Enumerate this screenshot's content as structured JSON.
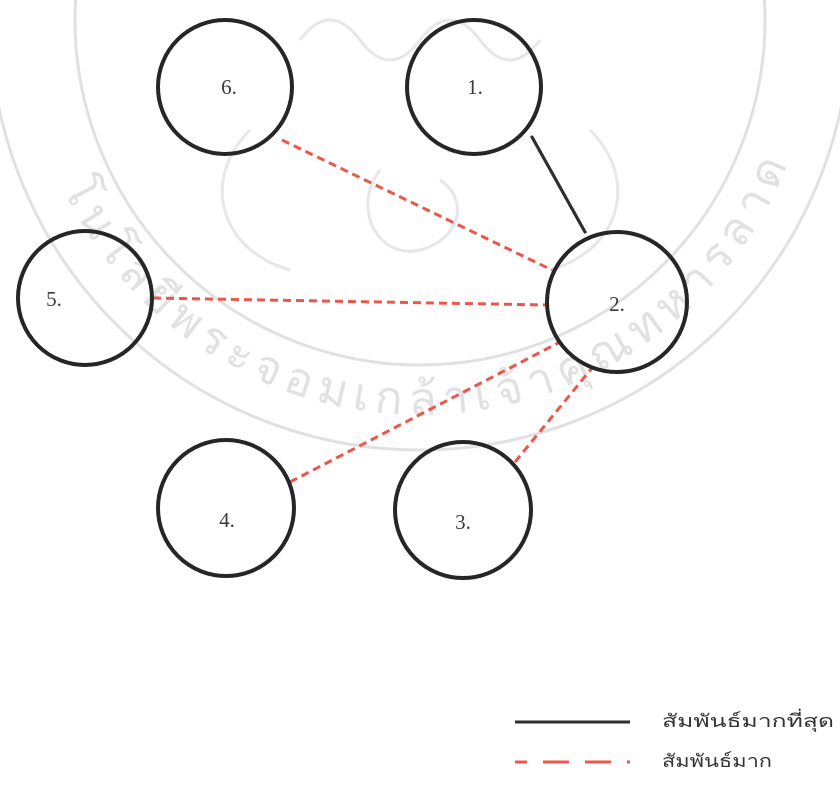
{
  "diagram": {
    "nodes": [
      {
        "id": 1,
        "label": "1."
      },
      {
        "id": 2,
        "label": "2."
      },
      {
        "id": 3,
        "label": "3."
      },
      {
        "id": 4,
        "label": "4."
      },
      {
        "id": 5,
        "label": "5."
      },
      {
        "id": 6,
        "label": "6."
      }
    ],
    "edges": [
      {
        "from": 1,
        "to": 2,
        "style": "solid"
      },
      {
        "from": 6,
        "to": 2,
        "style": "dashed"
      },
      {
        "from": 5,
        "to": 2,
        "style": "dashed"
      },
      {
        "from": 4,
        "to": 2,
        "style": "dashed"
      },
      {
        "from": 3,
        "to": 2,
        "style": "dashed"
      }
    ]
  },
  "legend": {
    "items": [
      {
        "style": "solid",
        "label": "สัมพันธ์มากที่สุด",
        "color": "#2e2e2e"
      },
      {
        "style": "dashed",
        "label": "สัมพันธ์มาก",
        "color": "#e8584c"
      }
    ]
  },
  "watermark": {
    "text": "โนโลยีพระจอมเกล้าเจ้าคุณทหารลาด",
    "color": "#bdbdbd"
  }
}
